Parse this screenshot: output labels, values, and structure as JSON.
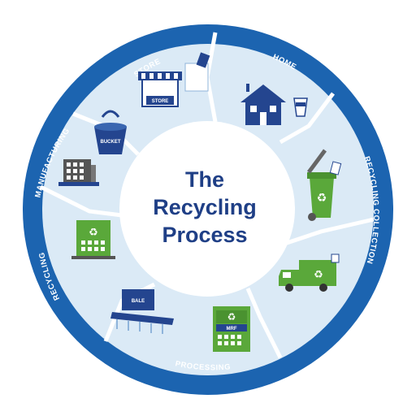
{
  "center": {
    "line1": "The",
    "line2": "Recycling",
    "line3": "Process"
  },
  "ring_labels": {
    "store": "STORE",
    "home": "HOME",
    "recycling_collection": "RECYCLING COLLECTION",
    "processing": "PROCESSING",
    "recycling": "RECYCLING",
    "manufacturing": "MANUFACTURING"
  },
  "icon_labels": {
    "store_sign": "STORE",
    "bucket": "BUCKET",
    "bale": "BALE",
    "mrf": "MRF"
  },
  "icons": [
    "store-icon",
    "home-icon",
    "recycling-bin-icon",
    "recycling-truck-icon",
    "mrf-facility-icon",
    "bale-conveyor-icon",
    "recycling-plant-icon",
    "manufacturing-machine-icon",
    "bucket-icon"
  ],
  "colors": {
    "ring": "#1c64b0",
    "segment_fill": "#dbeaf6",
    "center_fill": "#ffffff",
    "title": "#1f3f86",
    "green": "#5aa83a",
    "navy": "#24458f"
  }
}
